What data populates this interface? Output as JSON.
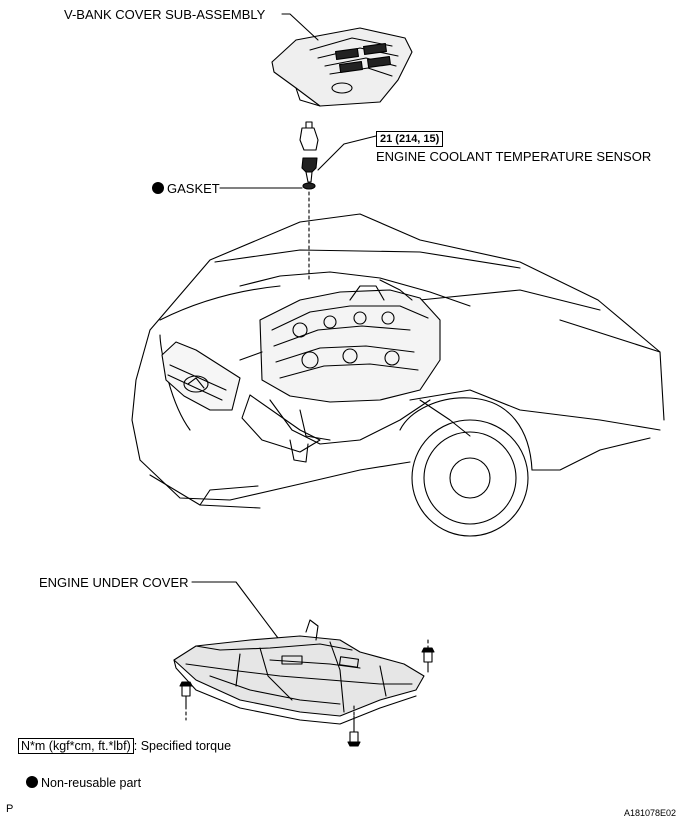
{
  "labels": {
    "vbank_cover": "V-BANK COVER SUB-ASSEMBLY",
    "torque_value": "21 (214, 15)",
    "coolant_sensor": "ENGINE COOLANT TEMPERATURE SENSOR",
    "gasket": "GASKET",
    "under_cover": "ENGINE UNDER COVER"
  },
  "legend": {
    "torque_units": "N*m (kgf*cm, ft.*lbf)",
    "torque_desc": ": Specified torque",
    "non_reusable": "Non-reusable part"
  },
  "footer": {
    "page_letter": "P",
    "figure_id": "A181078E02"
  }
}
